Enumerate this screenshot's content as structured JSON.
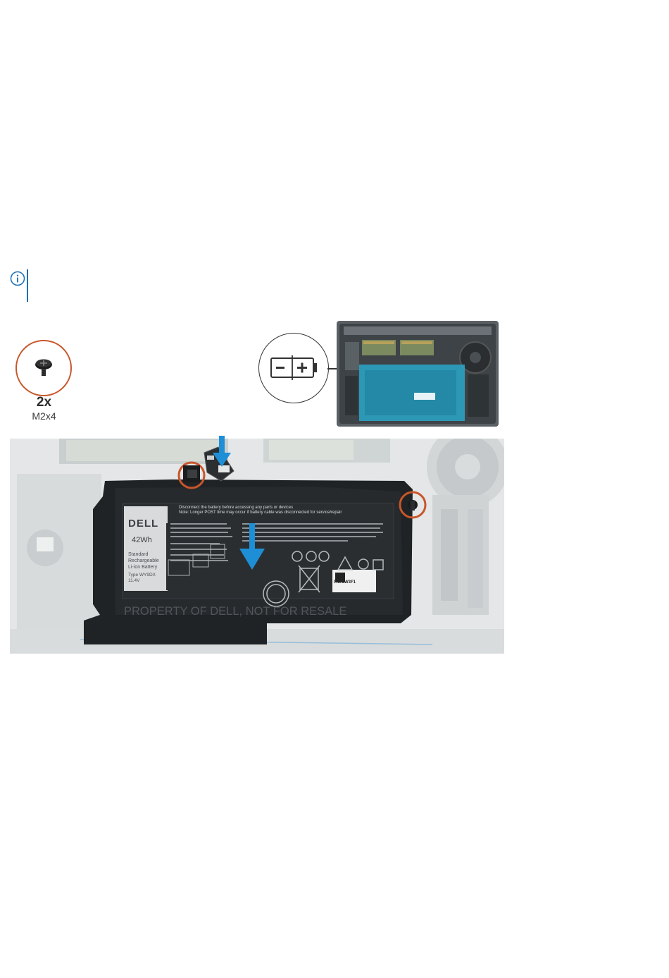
{
  "screw": {
    "quantity": "2x",
    "type": "M2x4"
  },
  "battery_label": {
    "brand": "DELL",
    "capacity": "42Wh",
    "line1": "Standard",
    "line2": "Rechargeable",
    "line3": "Li-ion Battery",
    "type": "Type WY9DX",
    "voltage": "11.4V",
    "warning_line1": "Disconnect the battery before accessing any parts or devices",
    "warning_line2": "Note: Longer POST time may occur if battery cable was disconnected for service/repair",
    "ppid": "P/N 8W3F1",
    "property_text": "PROPERTY OF DELL, NOT FOR RESALE"
  },
  "colors": {
    "callout_orange": "#c8562a",
    "arrow_blue": "#1e8fd6",
    "highlight_cyan": "#2aa7c9",
    "note_blue": "#1a6fb5",
    "battery_body": "#1f2325"
  },
  "icons": [
    "info-icon",
    "screw-icon",
    "battery-symbol-icon",
    "arrow-down-icon"
  ]
}
